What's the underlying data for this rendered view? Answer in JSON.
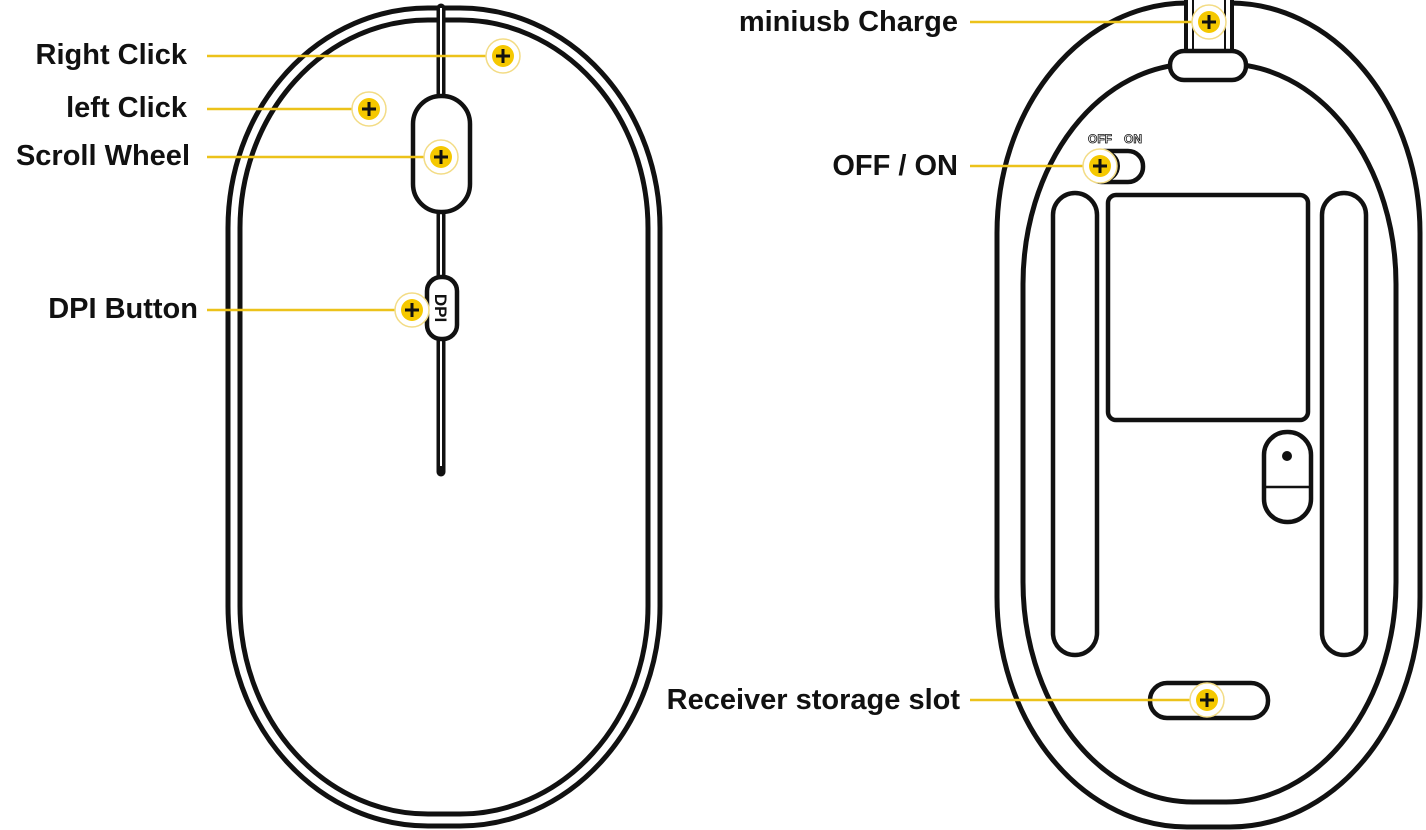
{
  "colors": {
    "accent": "#f5c800",
    "line": "#111111",
    "leader": "#ecc21a"
  },
  "top_view": {
    "labels": {
      "right_click": "Right Click",
      "left_click": "left Click",
      "scroll_wheel": "Scroll Wheel",
      "dpi_button": "DPI Button"
    },
    "dpi_text": "DPI"
  },
  "bottom_view": {
    "labels": {
      "miniusb_charge": "miniusb Charge",
      "off_on": "OFF / ON",
      "receiver_slot": "Receiver storage slot"
    },
    "switch_off": "OFF",
    "switch_on": "ON"
  }
}
